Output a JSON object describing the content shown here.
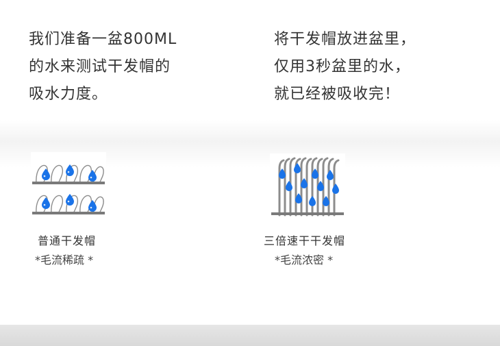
{
  "left_text": {
    "lines": [
      "我们准备一盆800ML",
      "的水来测试干发帽的",
      "吸水力度。"
    ]
  },
  "right_text": {
    "lines": [
      "将干发帽放进盆里，",
      "仅用3秒盆里的水，",
      "就已经被吸收完！"
    ]
  },
  "left_panel": {
    "title": "普通干发帽",
    "subtitle": "*毛流稀疏 *"
  },
  "right_panel": {
    "title": "三倍速干干发帽",
    "subtitle": "*毛流浓密 *"
  },
  "colors": {
    "drop": "#1a73e8",
    "fiber": "#8c8c8c",
    "base": "#7a7a7a",
    "text": "#333333"
  }
}
